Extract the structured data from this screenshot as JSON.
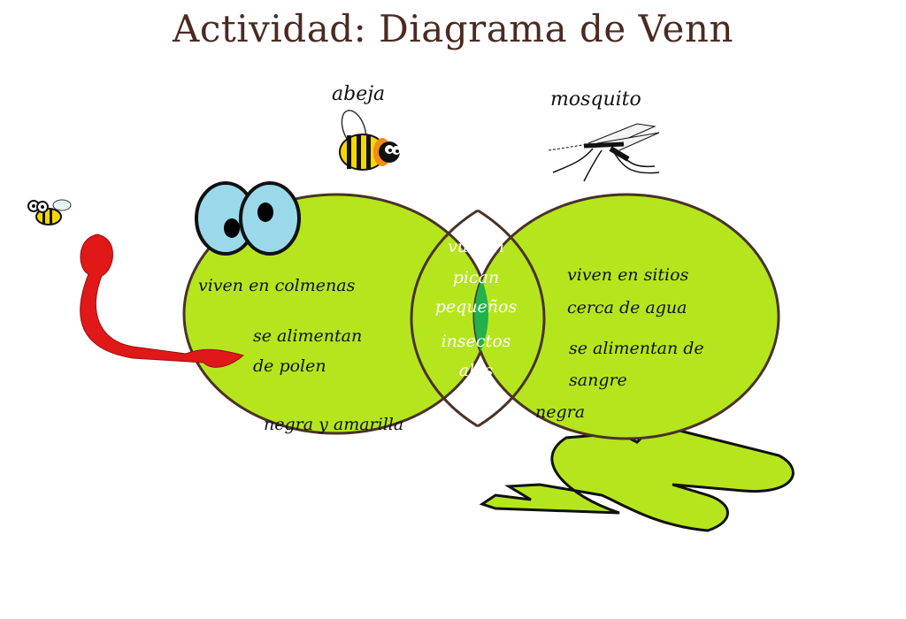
{
  "title": "Actividad: Diagrama de Venn",
  "sets": {
    "left": {
      "label": "abeja",
      "items": [
        "viven en colmenas",
        "se alimentan",
        "de polen",
        "negra y amarilla"
      ]
    },
    "right": {
      "label": "mosquito",
      "items": [
        "viven en sitios",
        "cerca de agua",
        "se alimentan de",
        "sangre",
        "negra"
      ]
    },
    "intersection": {
      "items": [
        "vuelan",
        "pican",
        "pequeños",
        "insectos",
        "alas"
      ]
    }
  },
  "colors": {
    "circle_fill": "#b5e61d",
    "intersection_fill": "#22b14c",
    "outline": "#4a3228",
    "title": "#4a2b22",
    "tongue": "#e01818",
    "eyes": "#99d9ea"
  },
  "icons": [
    "bee-icon",
    "mosquito-icon",
    "small-bee-icon",
    "frog-eyes",
    "frog-tongue",
    "frog-legs"
  ]
}
